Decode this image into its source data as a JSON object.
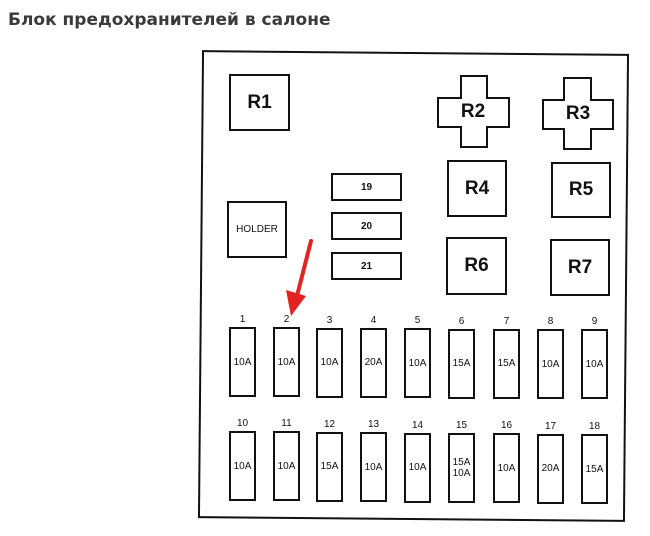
{
  "title": "Блок предохранителей в салоне",
  "relays": {
    "r1": "R1",
    "r2": "R2",
    "r3": "R3",
    "r4": "R4",
    "r5": "R5",
    "r6": "R6",
    "r7": "R7"
  },
  "holder_label": "HOLDER",
  "small_fuses": [
    "19",
    "20",
    "21"
  ],
  "fuse_row_1": [
    {
      "num": "1",
      "rating": "10A"
    },
    {
      "num": "2",
      "rating": "10A"
    },
    {
      "num": "3",
      "rating": "10A"
    },
    {
      "num": "4",
      "rating": "20A"
    },
    {
      "num": "5",
      "rating": "10A"
    },
    {
      "num": "6",
      "rating": "15A"
    },
    {
      "num": "7",
      "rating": "15A"
    },
    {
      "num": "8",
      "rating": "10A"
    },
    {
      "num": "9",
      "rating": "10A"
    }
  ],
  "fuse_row_2": [
    {
      "num": "10",
      "rating": "10A"
    },
    {
      "num": "11",
      "rating": "10A"
    },
    {
      "num": "12",
      "rating": "15A"
    },
    {
      "num": "13",
      "rating": "10A"
    },
    {
      "num": "14",
      "rating": "10A"
    },
    {
      "num": "15",
      "rating": "15A 10A"
    },
    {
      "num": "16",
      "rating": "10A"
    },
    {
      "num": "17",
      "rating": "20A"
    },
    {
      "num": "18",
      "rating": "15A"
    }
  ],
  "highlight": {
    "fuse": "2",
    "arrow_color": "#e32222"
  }
}
